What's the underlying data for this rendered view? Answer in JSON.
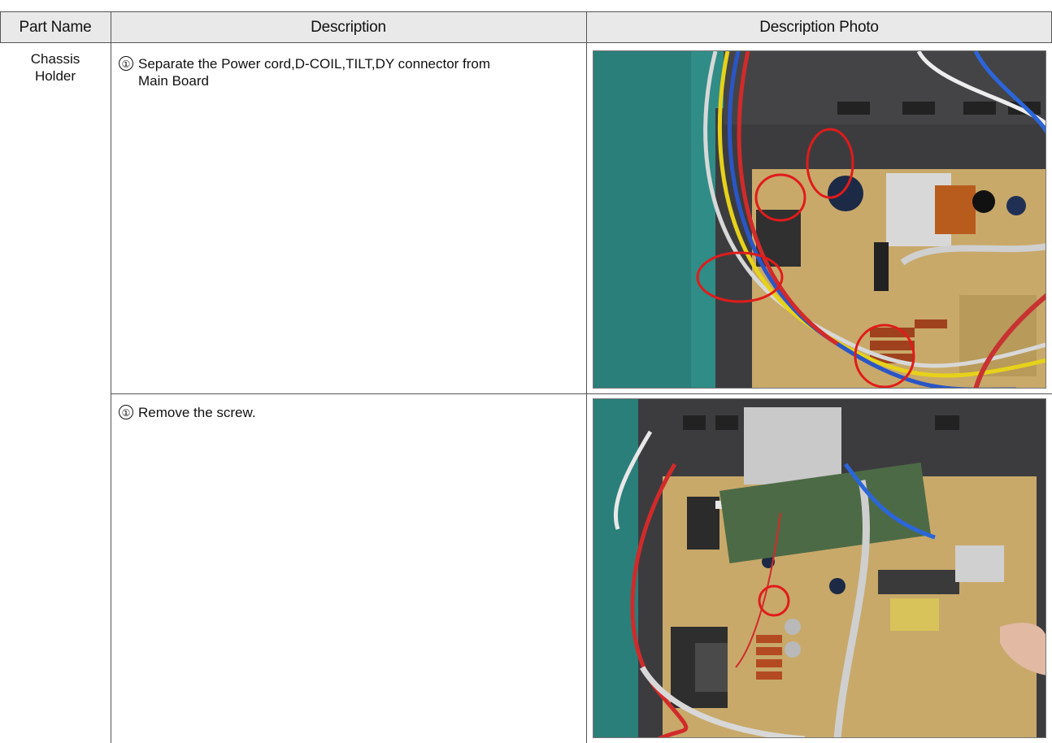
{
  "table": {
    "headers": {
      "part_name": "Part Name",
      "description": "Description",
      "photo": "Description Photo"
    },
    "part": {
      "name_line1": "Chassis",
      "name_line2": "Holder"
    },
    "steps": [
      {
        "marker": "①",
        "text_line1": "Separate the Power cord,D-COIL,TILT,DY connector from",
        "text_line2": "Main Board"
      },
      {
        "marker": "①",
        "text_line1": "Remove the screw.",
        "text_line2": ""
      }
    ]
  },
  "colors": {
    "header_bg": "#e9e9e9",
    "grid_line": "#555555",
    "highlight_circle": "#e11b1b",
    "board_tan": "#c8a96a",
    "bench_teal": "#2f8c86"
  }
}
